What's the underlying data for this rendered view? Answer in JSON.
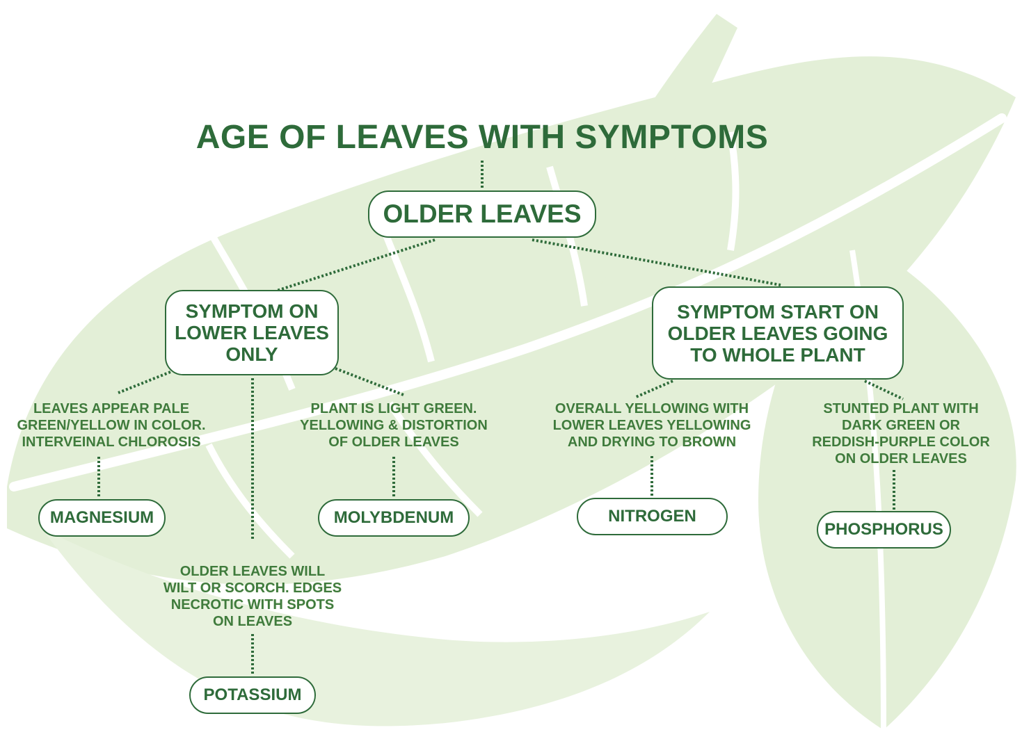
{
  "title": "AGE OF LEAVES WITH SYMPTOMS",
  "colors": {
    "primary": "#2e6b3a",
    "leaf": "#e2efd6",
    "note": "#3f7b3c"
  },
  "root": {
    "label": "OLDER LEAVES"
  },
  "branches": [
    {
      "label_lines": [
        "SYMPTOM ON",
        "LOWER LEAVES",
        "ONLY"
      ],
      "children": [
        {
          "symptom_lines": [
            "LEAVES APPEAR PALE",
            "GREEN/YELLOW IN COLOR.",
            "INTERVEINAL CHLOROSIS"
          ],
          "nutrient": "MAGNESIUM"
        },
        {
          "symptom_lines": [
            "OLDER LEAVES WILL",
            "WILT OR SCORCH. EDGES",
            "NECROTIC WITH SPOTS",
            "ON LEAVES"
          ],
          "nutrient": "POTASSIUM"
        },
        {
          "symptom_lines": [
            "PLANT IS LIGHT GREEN.",
            "YELLOWING & DISTORTION",
            "OF OLDER LEAVES"
          ],
          "nutrient": "MOLYBDENUM"
        }
      ]
    },
    {
      "label_lines": [
        "SYMPTOM START ON",
        "OLDER LEAVES GOING",
        "TO WHOLE PLANT"
      ],
      "children": [
        {
          "symptom_lines": [
            "OVERALL YELLOWING WITH",
            "LOWER LEAVES YELLOWING",
            "AND DRYING TO BROWN"
          ],
          "nutrient": "NITROGEN"
        },
        {
          "symptom_lines": [
            "STUNTED PLANT WITH",
            "DARK GREEN OR",
            "REDDISH-PURPLE COLOR",
            "ON OLDER LEAVES"
          ],
          "nutrient": "PHOSPHORUS"
        }
      ]
    }
  ]
}
